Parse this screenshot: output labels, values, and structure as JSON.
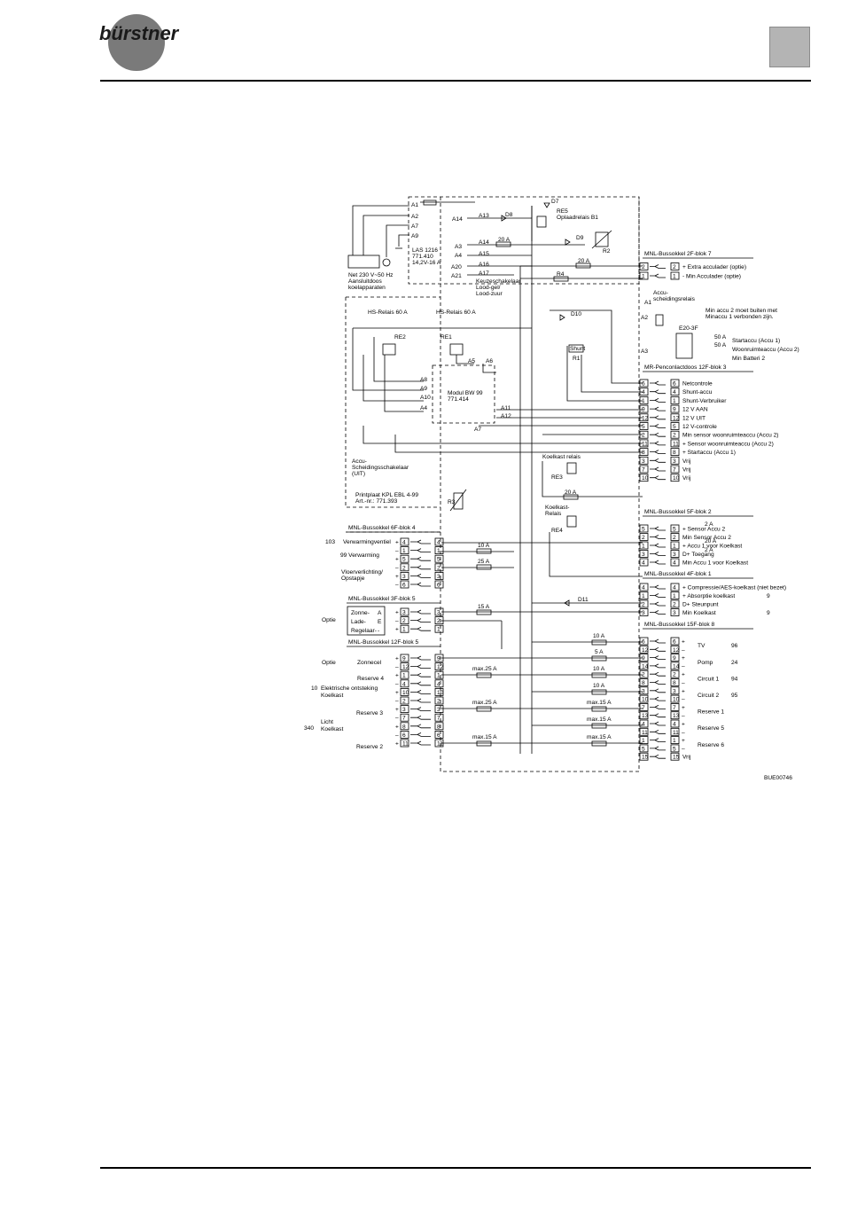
{
  "header": {
    "brand_text": "bürstner",
    "brand_circle_color": "#7a7a7a",
    "brand_text_color": "#1a1a1a",
    "corner_box_color": "#b4b4b4"
  },
  "diagram": {
    "drawing_code": "BUE00746",
    "mains": {
      "line1": "Net 230 V~50 Hz",
      "line2": "Aansluitdoos",
      "line3": "koelapparaten",
      "terminals": [
        "A1",
        "A2",
        "A7",
        "A9"
      ]
    },
    "las": {
      "name": "LAS 1216",
      "code": "771.410",
      "rating": "14,2V-16 A"
    },
    "top_terminals": [
      "A14",
      "A13",
      "A3",
      "A4",
      "A20",
      "A21",
      "A15",
      "A16",
      "A17"
    ],
    "components": {
      "D8": "D8",
      "D7": "D7",
      "D9": "D9",
      "D10": "D10",
      "D11": "D11",
      "RE5": "RE5",
      "RE5_label": "Oplaadrelais B1",
      "R2": "R2",
      "R4": "R4",
      "R1": "R1",
      "R3": "R3",
      "Shunt": "Shunt",
      "RE1": "RE1",
      "RE2": "RE2",
      "RE3": "RE3",
      "RE4": "RE4",
      "A1": "A1",
      "A2": "A2",
      "A3": "A3",
      "A5": "A5",
      "A6": "A6",
      "A7": "A7",
      "A8": "A8",
      "A9": "A9",
      "A10": "A10",
      "A4": "A4",
      "A11": "A11",
      "A12": "A12",
      "E20": "E20-3F"
    },
    "keuze_lines": [
      "Keuzeschakelaar",
      "Lood-gel/",
      "Lood-zuur"
    ],
    "hs_relais": [
      "HS-Relais 60 A",
      "HS-Relais 60 A"
    ],
    "modul": {
      "name": "Modul BW 99",
      "code": "771.414"
    },
    "accu_relais": [
      "Accu-",
      "scheidingsrelais"
    ],
    "min_note": [
      "Min accu 2 moet buiten met",
      "Minaccu 1 verbonden zijn."
    ],
    "accu_switch": [
      "Accu-",
      "Scheidingsschakelaar",
      "(UIT)"
    ],
    "printplaat": [
      "Printplaat KPL EBL 4-99",
      "Art.-nr.: 771.393"
    ],
    "koelkast_relais": "Koelkast relais",
    "koelkast_relais2": [
      "Koelkast-",
      "Relais"
    ],
    "fuses": {
      "f20a_1": "20 A",
      "f20a_2": "20 A",
      "f20a_3": "20 A",
      "f10a_1": "10 A",
      "f25a": "25 A",
      "f15a": "15 A",
      "f10a_2": "10 A",
      "f5a": "5 A",
      "f10a_3": "10 A",
      "f10a_4": "10 A",
      "max25_1": "max.25 A",
      "max25_2": "max.25 A",
      "max15_1": "max.15 A",
      "max15_2": "max.15 A",
      "max15_3": "max.15 A",
      "max15_4": "max.15 A",
      "f50a_1": "50 A",
      "f50a_2": "50 A",
      "f2a_1": "2 A",
      "f2a_2": "2 A",
      "f20a_4": "20 A"
    },
    "blocks_right": [
      {
        "title": "MNL-Bussokkel 2F-blok 7",
        "rows": [
          {
            "pin": "2",
            "text": "+  Extra acculader (optie)"
          },
          {
            "pin": "1",
            "text": "-  Min Acculader (optie)"
          }
        ]
      },
      {
        "title": "MR-Penconlactdoos 12F-blok 3",
        "rows": [
          {
            "pin": "6",
            "text": "Netcontrole"
          },
          {
            "pin": "4",
            "text": "Shunt-accu"
          },
          {
            "pin": "1",
            "text": "Shunt-Verbruiker"
          },
          {
            "pin": "9",
            "text": "12 V AAN"
          },
          {
            "pin": "12",
            "text": "12 V UIT"
          },
          {
            "pin": "5",
            "text": "12 V-controle"
          },
          {
            "pin": "2",
            "text": "Min sensor woonruimteaccu (Accu 2)"
          },
          {
            "pin": "11",
            "text": "+ Sensor woonruimteaccu (Accu 2)"
          },
          {
            "pin": "8",
            "text": "+ Startaccu (Accu 1)"
          },
          {
            "pin": "3",
            "text": "Vrij"
          },
          {
            "pin": "7",
            "text": "Vrij"
          },
          {
            "pin": "10",
            "text": "Vrij"
          }
        ]
      },
      {
        "title": "MNL-Bussokkel 5F-blok 2",
        "rows": [
          {
            "pin": "5",
            "text": "+  Sensor Accu 2"
          },
          {
            "pin": "2",
            "text": "Min Sensor Accu 2"
          },
          {
            "pin": "1",
            "text": "+  Accu 1 voor Koelkast"
          },
          {
            "pin": "3",
            "text": "D+  Toegang"
          },
          {
            "pin": "4",
            "text": "Min Accu 1 voor Koelkast"
          }
        ]
      },
      {
        "title": "MNL-Bussokkel 4F-blok 1",
        "rows": [
          {
            "pin": "4",
            "text": "+  Compressie/AES-koelkast (niet bezet)"
          },
          {
            "pin": "1",
            "text": "+  Absorptie koelkast"
          },
          {
            "pin": "2",
            "text": "D+  Steunpunt"
          },
          {
            "pin": "3",
            "text": "Min Koelkast"
          }
        ],
        "counts": [
          "9",
          "9"
        ]
      },
      {
        "title": "MNL-Bussokkel 15F-blok 8",
        "rows": [
          {
            "pin": "6",
            "text": ""
          },
          {
            "pin": "12",
            "text": ""
          },
          {
            "pin": "9",
            "text": ""
          },
          {
            "pin": "14",
            "text": ""
          },
          {
            "pin": "2",
            "text": ""
          },
          {
            "pin": "8",
            "text": ""
          },
          {
            "pin": "3",
            "text": ""
          },
          {
            "pin": "10",
            "text": ""
          },
          {
            "pin": "7",
            "text": ""
          },
          {
            "pin": "13",
            "text": ""
          },
          {
            "pin": "4",
            "text": ""
          },
          {
            "pin": "11",
            "text": ""
          },
          {
            "pin": "1",
            "text": ""
          },
          {
            "pin": "5",
            "text": ""
          },
          {
            "pin": "15",
            "text": "Vrij"
          }
        ],
        "groups": [
          {
            "label": "TV",
            "count": "96"
          },
          {
            "label": "Pomp",
            "count": "24"
          },
          {
            "label": "Circuit 1",
            "count": "94"
          },
          {
            "label": "Circuit 2",
            "count": "95"
          },
          {
            "label": "Reserve 1",
            "count": ""
          },
          {
            "label": "Reserve 5",
            "count": ""
          },
          {
            "label": "Reserve 6",
            "count": ""
          }
        ]
      }
    ],
    "e20_rows": [
      "Startaccu (Accu 1)",
      "Woonruimteaccu (Accu 2)",
      "Min Batteri 2"
    ],
    "blocks_left": [
      {
        "title": "MNL-Bussokkel 6F-blok 4",
        "pins": [
          "4",
          "1",
          "5",
          "2",
          "3",
          "6"
        ],
        "labels": [
          "Verwarmingventiel",
          "99 Verwarming",
          "Vloerverlichting/",
          "Opstapje"
        ],
        "count": "103"
      },
      {
        "title": "MNL-Bussokkel 3F-blok 5",
        "pins": [
          "3",
          "2",
          "1"
        ],
        "labels": [
          "Zonne-",
          "Lade-",
          "Regelaar-"
        ],
        "side": [
          "A",
          "E",
          "-"
        ],
        "option": "Optie"
      },
      {
        "title": "MNL-Bussokkel 12F-blok 5",
        "pins": [
          "9",
          "12",
          "1",
          "4",
          "10",
          "2",
          "3",
          "7",
          "8",
          "6",
          "11"
        ],
        "labels": [
          "Zonnecel",
          "Reserve 4",
          "Elektrische ontsteking",
          "Koelkast",
          "Reserve 3",
          "Licht",
          "Koelkast",
          "Reserve 2"
        ],
        "option": "Optie",
        "count_10": "10",
        "count_340": "340"
      }
    ]
  }
}
